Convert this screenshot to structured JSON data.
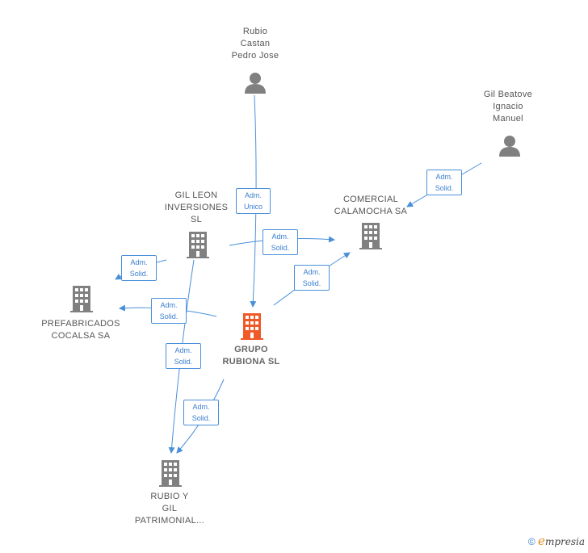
{
  "nodes": {
    "rubio_castan": {
      "label": "Rubio\nCastan\nPedro Jose",
      "type": "person"
    },
    "gil_beatove": {
      "label": "Gil Beatove\nIgnacio\nManuel",
      "type": "person"
    },
    "gil_leon": {
      "label": "GIL LEON\nINVERSIONES\nSL",
      "type": "company"
    },
    "comercial_calamocha": {
      "label": "COMERCIAL\nCALAMOCHA SA",
      "type": "company"
    },
    "prefabricados": {
      "label": "PREFABRICADOS\nCOCALSA SA",
      "type": "company"
    },
    "grupo_rubiona": {
      "label": "GRUPO\nRUBIONA  SL",
      "type": "company-main"
    },
    "rubio_gil": {
      "label": "RUBIO Y\nGIL\nPATRIMONIAL...",
      "type": "company"
    }
  },
  "edges": {
    "rubio_to_grupo": "Adm.\nUnico",
    "gilbeatove_to_comercial": "Adm.\nSolid.",
    "gilleon_to_comercial": "Adm.\nSolid.",
    "gilleon_to_prefabricados": "Adm.\nSolid.",
    "grupo_to_comercial": "Adm.\nSolid.",
    "grupo_to_prefabricados": "Adm.\nSolid.",
    "gilleon_to_rubiogil": "Adm.\nSolid.",
    "grupo_to_rubiogil": "Adm.\nSolid."
  },
  "colors": {
    "edge": "#4a90d9",
    "icon": "#808080",
    "main_icon": "#f05a28"
  },
  "footer": {
    "copyright": "©",
    "brand_initial": "e",
    "brand_rest": "mpresia"
  }
}
